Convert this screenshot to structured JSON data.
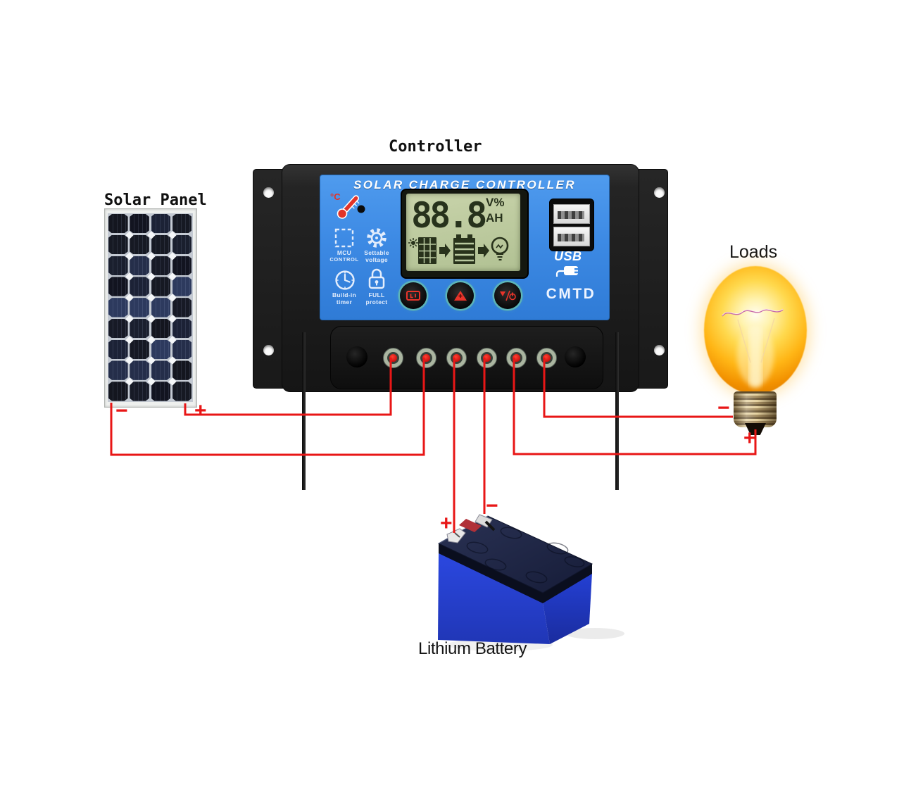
{
  "labels": {
    "controller": "Controller",
    "solar_panel": "Solar Panel",
    "loads": "Loads",
    "lithium_battery": "Lithium Battery"
  },
  "controller": {
    "title": "SOLAR CHARGE CONTROLLER",
    "brand": "CMTD",
    "usb_label": "USB",
    "temp_unit": "°C",
    "lcd": {
      "value": "88.8",
      "unit_top": "V%",
      "unit_bottom": "AH"
    },
    "features": [
      {
        "icon": "mcu-icon",
        "line1": "MCU",
        "line2": "CONTROL"
      },
      {
        "icon": "gear-icon",
        "line1": "Settable",
        "line2": "voltage"
      },
      {
        "icon": "timer-icon",
        "line1": "Build-in",
        "line2": "timer"
      },
      {
        "icon": "lock-icon",
        "line1": "FULL",
        "line2": "protect"
      }
    ]
  },
  "wire_labels": {
    "solar_plus": "+",
    "solar_minus": "−",
    "battery_plus": "+",
    "battery_minus": "−",
    "load_plus": "+",
    "load_minus": "−"
  },
  "solar_panel": {
    "rows": 9,
    "cols": 4
  },
  "accent_colors": {
    "wire": "#e81616",
    "faceplate_blue": "#3d8ae4",
    "lcd_green": "#bcc99e"
  }
}
